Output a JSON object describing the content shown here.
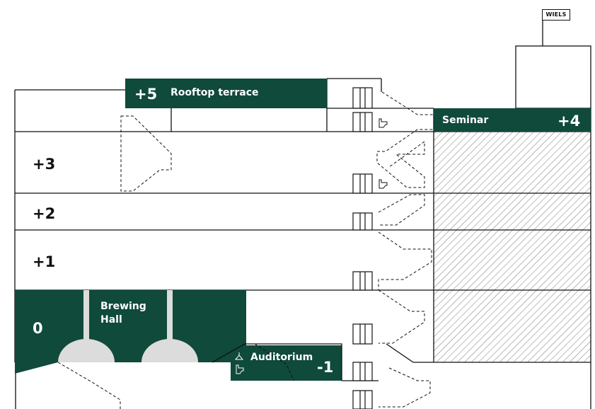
{
  "building_sign": "WIELS",
  "floors": {
    "f5": "+5",
    "f4": "+4",
    "f3": "+3",
    "f2": "+2",
    "f1": "+1",
    "f0": "0",
    "fm1": "-1"
  },
  "rooms": {
    "rooftop": "Rooftop terrace",
    "seminar": "Seminar",
    "brewing_line1": "Brewing",
    "brewing_line2": "Hall",
    "auditorium": "Auditorium"
  },
  "icons": [
    "elevator-icon",
    "toilet-icon",
    "cloakroom-icon",
    "stairs"
  ],
  "colors": {
    "accent": "#0f4a3b",
    "line": "#111111",
    "tank": "#dcdcdc",
    "background": "#ffffff"
  }
}
